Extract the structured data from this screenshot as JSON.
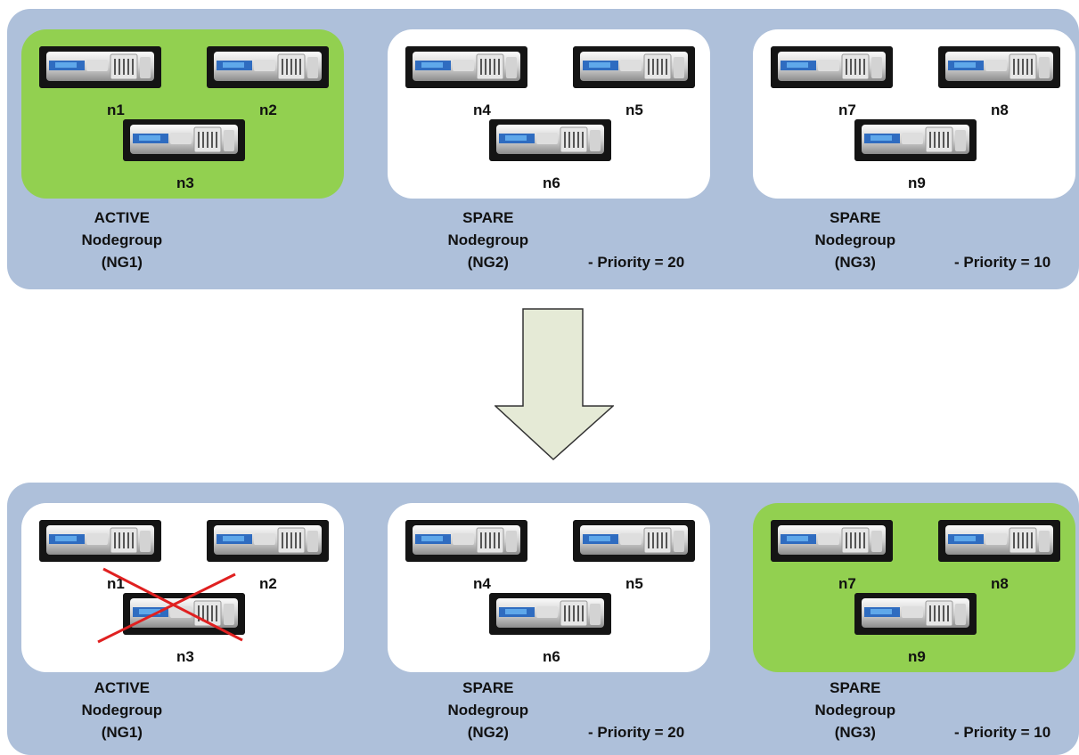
{
  "before": {
    "groups": [
      {
        "id": "NG1",
        "state": "active",
        "nodes": [
          "n1",
          "n2",
          "n3"
        ],
        "status": "ACTIVE",
        "type": "Nodegroup",
        "name": "(NG1)",
        "priority": "",
        "failed_node": ""
      },
      {
        "id": "NG2",
        "state": "spare",
        "nodes": [
          "n4",
          "n5",
          "n6"
        ],
        "status": "SPARE",
        "type": "Nodegroup",
        "name": "(NG2)",
        "priority": "- Priority = 20",
        "failed_node": ""
      },
      {
        "id": "NG3",
        "state": "spare",
        "nodes": [
          "n7",
          "n8",
          "n9"
        ],
        "status": "SPARE",
        "type": "Nodegroup",
        "name": "(NG3)",
        "priority": "- Priority = 10",
        "failed_node": ""
      }
    ]
  },
  "after": {
    "groups": [
      {
        "id": "NG1",
        "state": "failed",
        "nodes": [
          "n1",
          "n2",
          "n3"
        ],
        "status": "ACTIVE",
        "type": "Nodegroup",
        "name": "(NG1)",
        "priority": "",
        "failed_node": "n3"
      },
      {
        "id": "NG2",
        "state": "spare",
        "nodes": [
          "n4",
          "n5",
          "n6"
        ],
        "status": "SPARE",
        "type": "Nodegroup",
        "name": "(NG2)",
        "priority": "- Priority = 20",
        "failed_node": ""
      },
      {
        "id": "NG3",
        "state": "active",
        "nodes": [
          "n7",
          "n8",
          "n9"
        ],
        "status": "SPARE",
        "type": "Nodegroup",
        "name": "(NG3)",
        "priority": "- Priority = 10",
        "failed_node": ""
      }
    ]
  },
  "colors": {
    "panel": "#aec0da",
    "active_group": "#92d050",
    "spare_group": "#ffffff",
    "arrow_fill": "#e5ead6",
    "arrow_stroke": "#333333",
    "failure_cross": "#e02020"
  },
  "icons": {
    "node": "appliance-server-icon",
    "transition": "down-arrow-icon",
    "failure": "red-x-mark-icon"
  }
}
